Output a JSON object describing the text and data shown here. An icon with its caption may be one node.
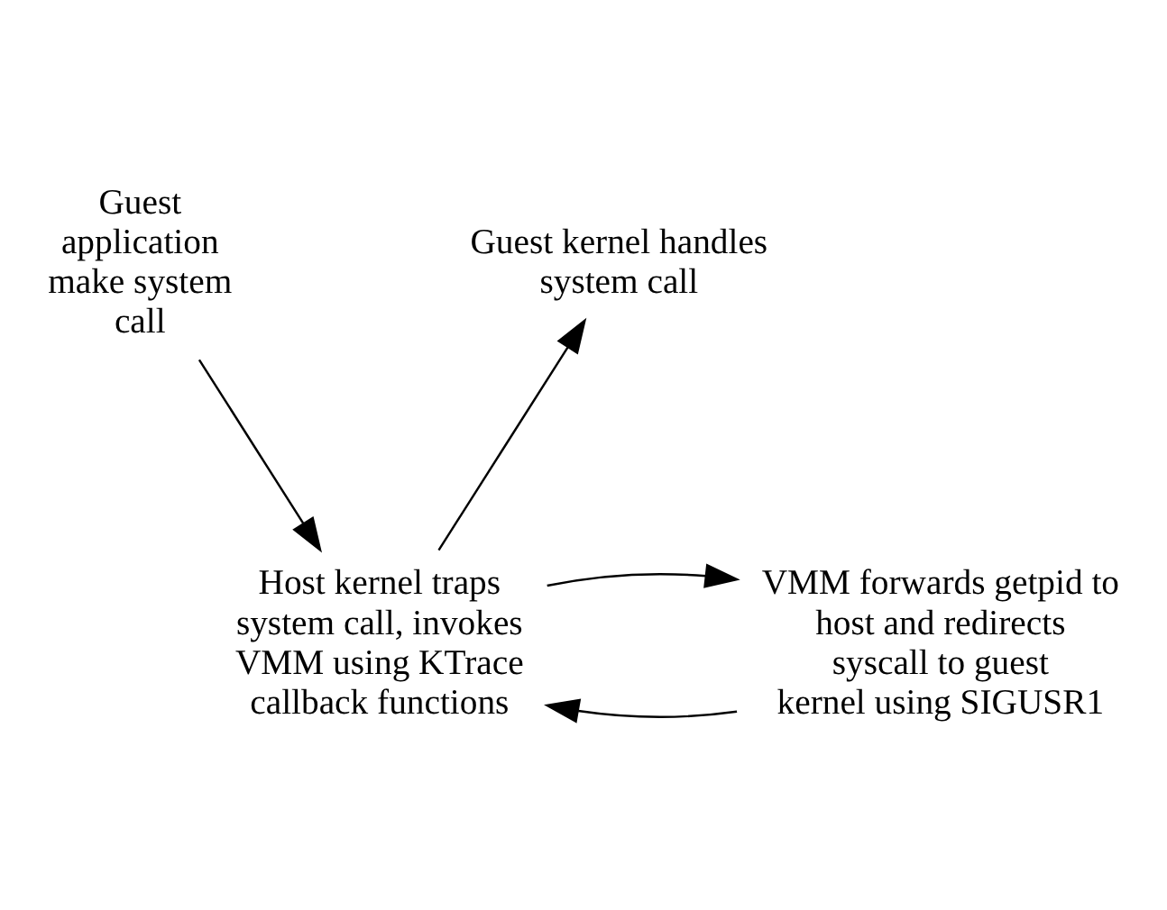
{
  "diagram": {
    "nodes": [
      {
        "text": [
          "Guest application make system call"
        ]
      },
      {
        "text": [
          "Guest kernel handles system call"
        ]
      },
      {
        "text": [
          "Host kernel traps system call, invokes VMM using KTrace callback functions"
        ]
      },
      {
        "text": [
          "VMM forwards getpid to host and redirects syscall to guest kernel using SIGUSR1"
        ]
      }
    ],
    "edges": [
      {
        "from": 0,
        "to": 2,
        "arrow": "to"
      },
      {
        "from": 2,
        "to": 1,
        "arrow": "to"
      },
      {
        "from": 3,
        "to": 2,
        "arrow": "to"
      },
      {
        "from": 2,
        "to": 3,
        "arrow": "to"
      }
    ]
  }
}
